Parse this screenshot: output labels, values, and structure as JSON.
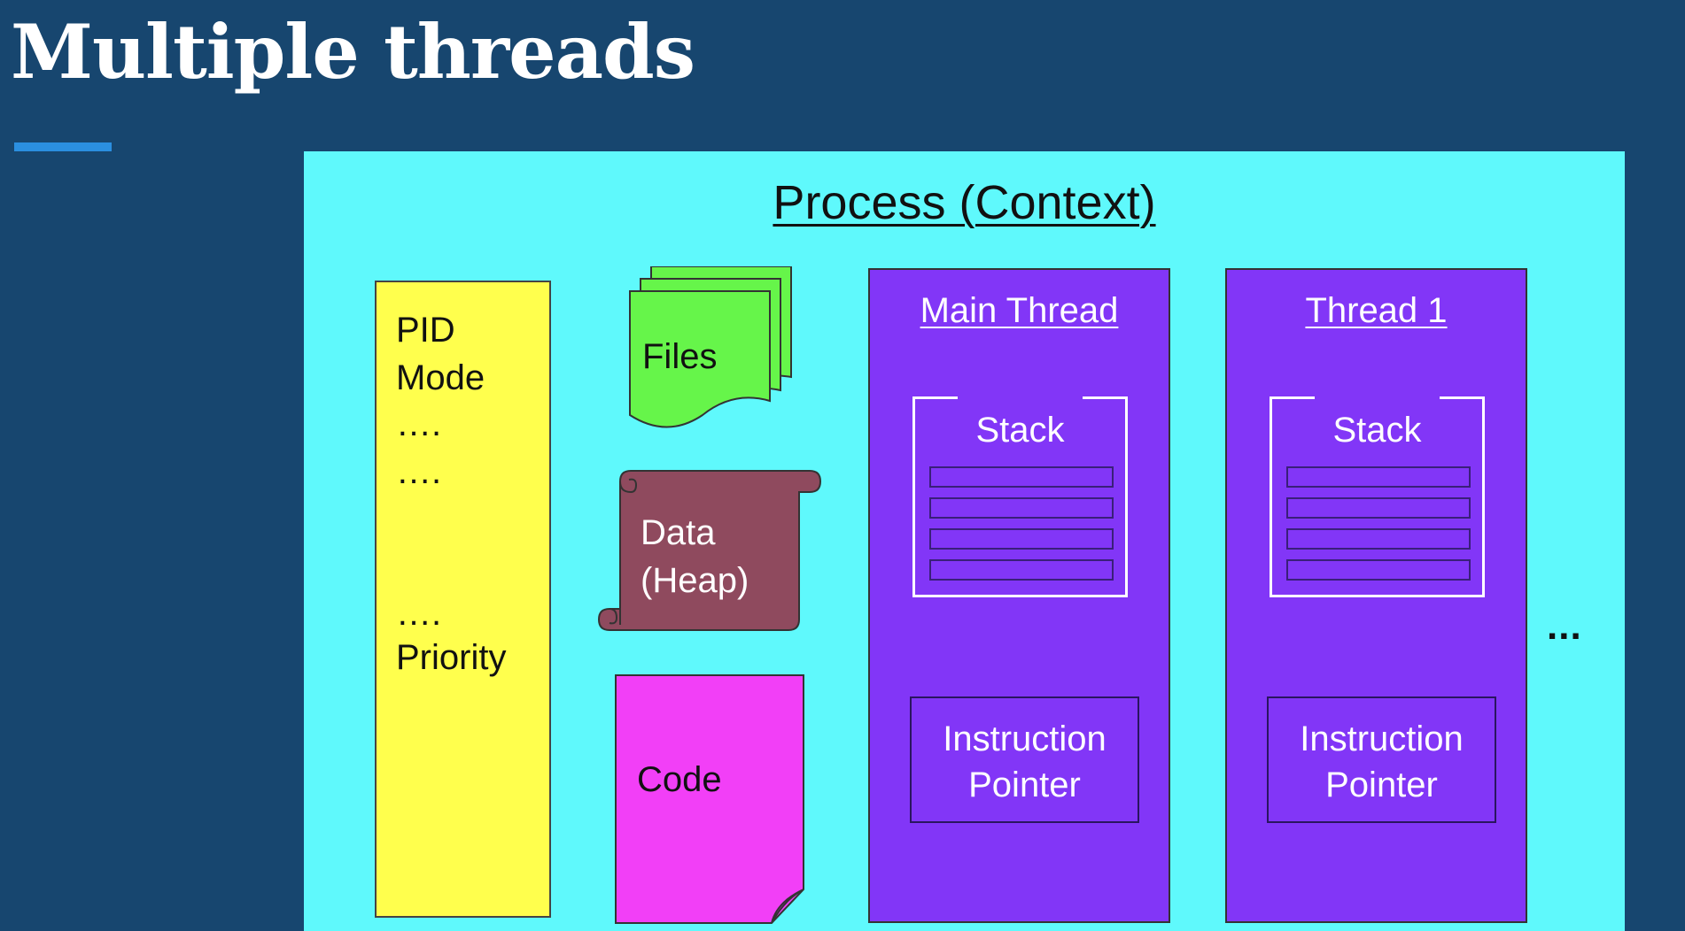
{
  "slide": {
    "title": "Multiple threads"
  },
  "process": {
    "title": "Process (Context)",
    "pcb_lines": [
      "PID",
      "Mode",
      "….",
      "….",
      "….",
      "Priority"
    ],
    "resources": {
      "files": "Files",
      "data_line1": "Data",
      "data_line2": "(Heap)",
      "code": "Code"
    }
  },
  "threads": [
    {
      "title": "Main Thread",
      "stack_label": "Stack",
      "ip_line1": "Instruction",
      "ip_line2": "Pointer"
    },
    {
      "title": "Thread 1",
      "stack_label": "Stack",
      "ip_line1": "Instruction",
      "ip_line2": "Pointer"
    }
  ],
  "more_indicator": "...",
  "colors": {
    "background": "#17466f",
    "accent_underline": "#2b8fe0",
    "process_fill": "#5ff9fc",
    "pcb_fill": "#ffff4d",
    "files_fill": "#66f54a",
    "data_fill": "#8f4a5e",
    "code_fill": "#f23ff7",
    "thread_fill": "#8236f7"
  }
}
